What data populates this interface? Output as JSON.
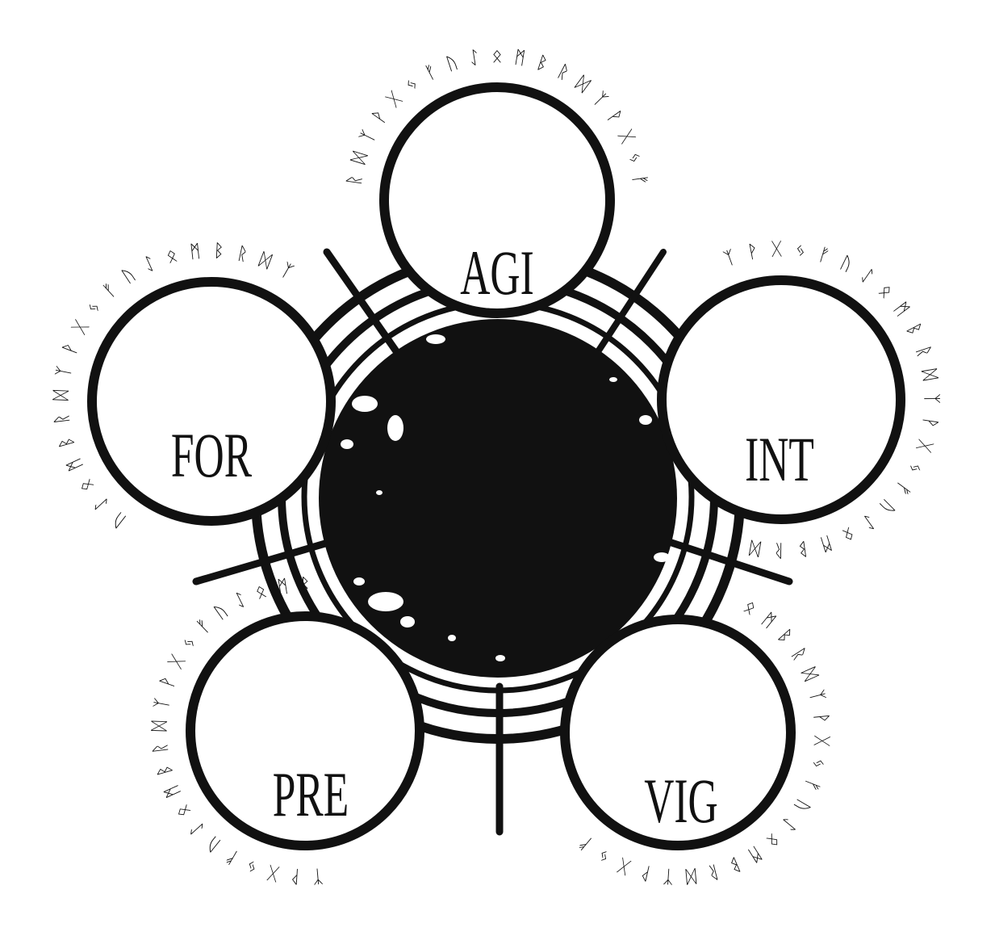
{
  "colors": {
    "ink": "#111111",
    "background": "#ffffff"
  },
  "attributes": [
    {
      "id": "agi",
      "label": "AGI"
    },
    {
      "id": "int",
      "label": "INT"
    },
    {
      "id": "vig",
      "label": "VIG"
    },
    {
      "id": "pre",
      "label": "PRE"
    },
    {
      "id": "for",
      "label": "FOR"
    }
  ],
  "icons": {
    "center": "ink-blot-circle",
    "runes": "rune-script-arc"
  }
}
